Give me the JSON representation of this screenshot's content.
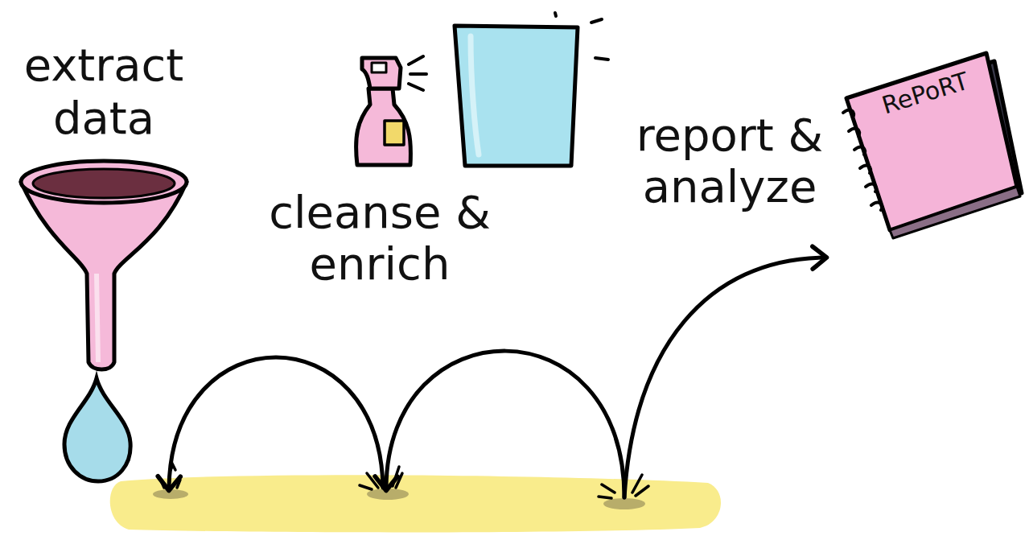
{
  "diagram": {
    "labels": [
      "extract data",
      "cleanse & enrich",
      "report & analyze",
      "RePoRT"
    ]
  }
}
